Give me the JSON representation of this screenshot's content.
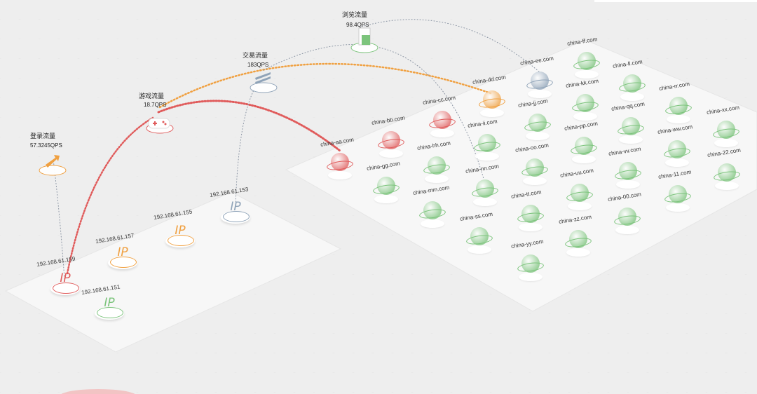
{
  "colors": {
    "red": "#e05b5b",
    "orange": "#f0a040",
    "blue_grey": "#8fa3b8",
    "green": "#7cc47c",
    "dotted_grey": "#8a94a3"
  },
  "flows": [
    {
      "id": "login",
      "name": "登录流量",
      "qps": "57.3245QPS",
      "color_key": "orange",
      "icon": "upward-arrow-icon"
    },
    {
      "id": "game",
      "name": "游戏流量",
      "qps": "18.7QPS",
      "color_key": "red",
      "icon": "gamepad-icon"
    },
    {
      "id": "trade",
      "name": "交易流量",
      "qps": "183QPS",
      "color_key": "blue_grey",
      "icon": "exchange-arrows-icon"
    },
    {
      "id": "browse",
      "name": "浏览流量",
      "qps": "98.4QPS",
      "color_key": "green",
      "icon": "document-icon"
    }
  ],
  "ip_nodes": [
    {
      "ip": "192.168.61.159",
      "status": "red"
    },
    {
      "ip": "192.168.61.157",
      "status": "orange"
    },
    {
      "ip": "192.168.61.155",
      "status": "orange"
    },
    {
      "ip": "192.168.61.153",
      "status": "blue_grey"
    },
    {
      "ip": "192.168.61.151",
      "status": "green"
    }
  ],
  "ip_label": "IP",
  "domains": [
    {
      "name": "china-aa.com",
      "status": "red"
    },
    {
      "name": "china-bb.com",
      "status": "red"
    },
    {
      "name": "china-cc.com",
      "status": "red"
    },
    {
      "name": "china-dd.com",
      "status": "orange"
    },
    {
      "name": "china-ee.com",
      "status": "blue_grey"
    },
    {
      "name": "china-ff.com",
      "status": "green"
    },
    {
      "name": "china-gg.com",
      "status": "green"
    },
    {
      "name": "china-hh.com",
      "status": "green"
    },
    {
      "name": "china-ii.com",
      "status": "green"
    },
    {
      "name": "china-jj.com",
      "status": "green"
    },
    {
      "name": "china-kk.com",
      "status": "green"
    },
    {
      "name": "china-ll.com",
      "status": "green"
    },
    {
      "name": "china-mm.com",
      "status": "green"
    },
    {
      "name": "china-nn.com",
      "status": "green"
    },
    {
      "name": "china-oo.com",
      "status": "green"
    },
    {
      "name": "china-pp.com",
      "status": "green"
    },
    {
      "name": "china-qq.com",
      "status": "green"
    },
    {
      "name": "china-rr.com",
      "status": "green"
    },
    {
      "name": "china-ss.com",
      "status": "green"
    },
    {
      "name": "china-tt.com",
      "status": "green"
    },
    {
      "name": "china-uu.com",
      "status": "green"
    },
    {
      "name": "china-vv.com",
      "status": "green"
    },
    {
      "name": "china-ww.com",
      "status": "green"
    },
    {
      "name": "china-xx.com",
      "status": "green"
    },
    {
      "name": "china-yy.com",
      "status": "green"
    },
    {
      "name": "china-zz.com",
      "status": "green"
    },
    {
      "name": "china-00.com",
      "status": "green"
    },
    {
      "name": "china-11.com",
      "status": "green"
    },
    {
      "name": "china-22.com",
      "status": "green"
    }
  ]
}
